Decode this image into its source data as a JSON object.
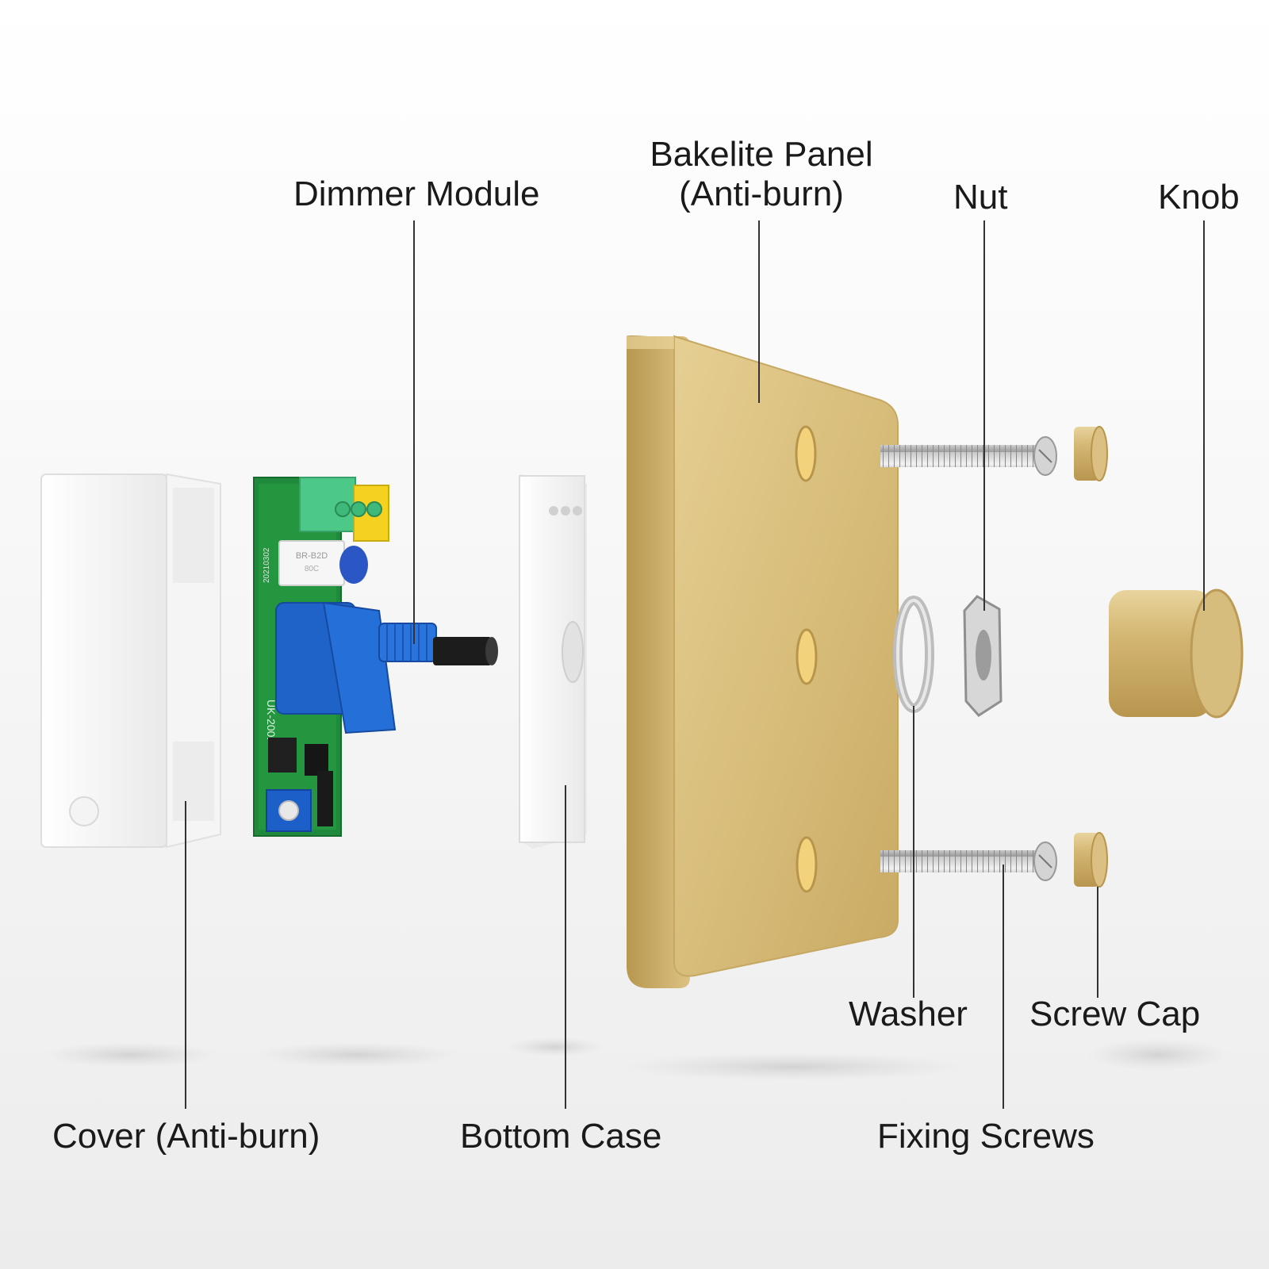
{
  "diagram": {
    "title": "",
    "labels": {
      "dimmer_module": "Dimmer Module",
      "bakelite_panel_line1": "Bakelite Panel",
      "bakelite_panel_line2": "(Anti-burn)",
      "nut": "Nut",
      "knob": "Knob",
      "washer": "Washer",
      "screw_cap": "Screw Cap",
      "cover": "Cover (Anti-burn)",
      "bottom_case": "Bottom Case",
      "fixing_screws": "Fixing Screws"
    },
    "pcb_text": {
      "model": "UK-200P",
      "relay_label": "BR-B2D",
      "relay_sub": "80C",
      "date_code": "20210302"
    },
    "colors": {
      "panel_gold": "#d9bf7e",
      "pcb_green": "#1f8a3c",
      "pot_blue": "#1f63c9",
      "terminal_green": "#4cc889",
      "terminal_yellow": "#f4d21f",
      "case_white": "#f4f4f4",
      "leader_line": "#333333"
    }
  }
}
